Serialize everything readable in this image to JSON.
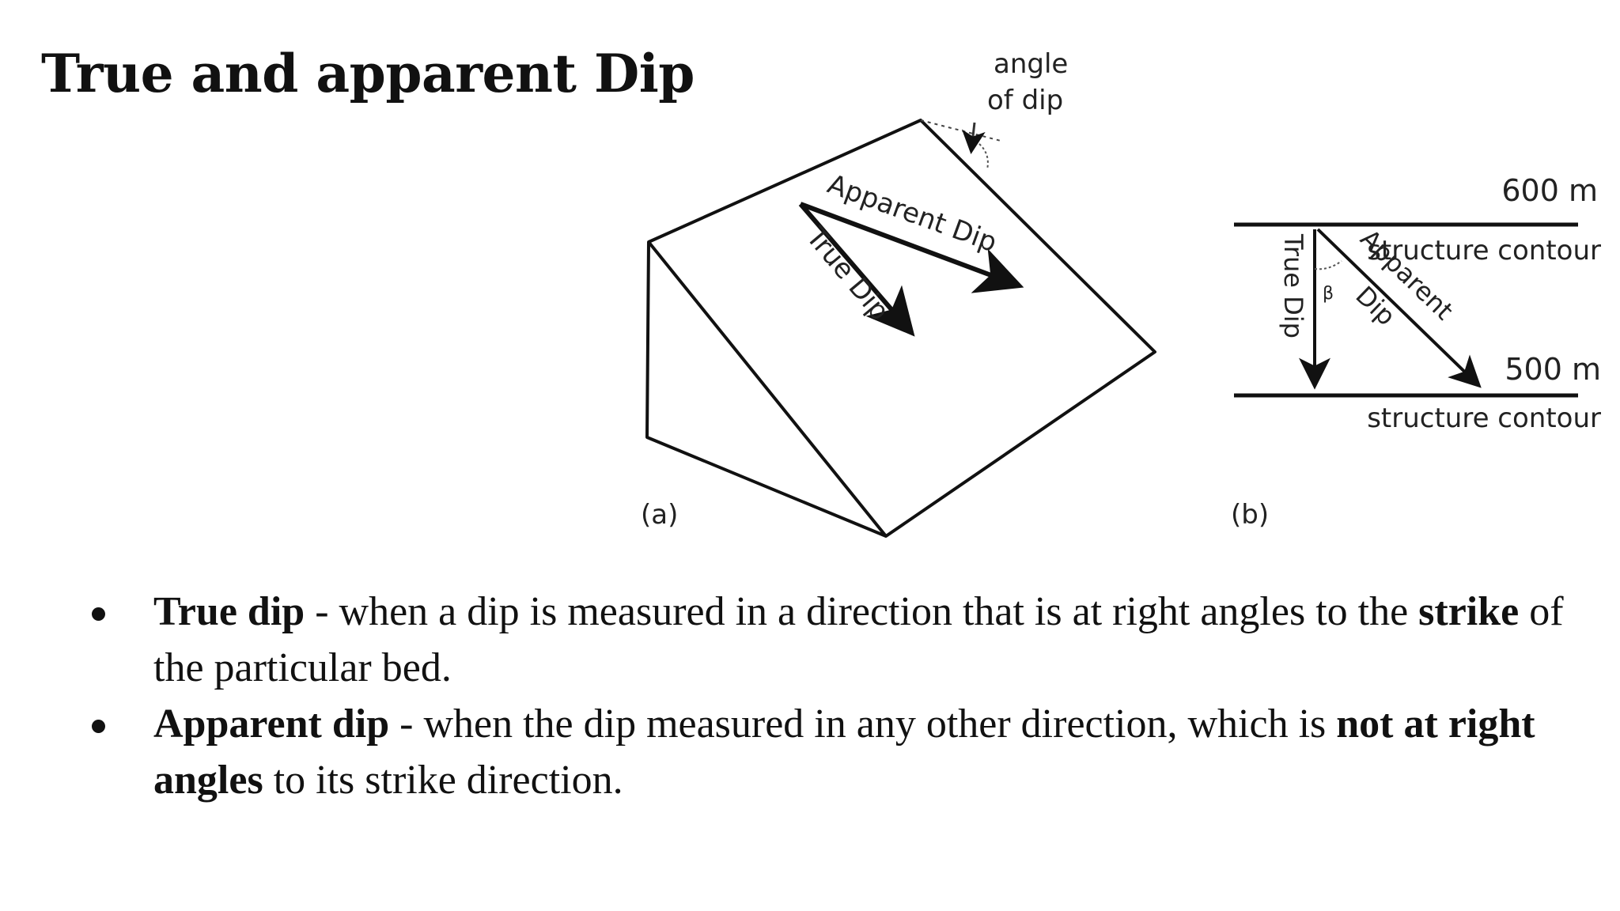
{
  "slide": {
    "title": "True and apparent Dip"
  },
  "figure": {
    "panel_a": {
      "label": "(a)",
      "angle_label_line1": "angle",
      "angle_label_line2": "of dip",
      "apparent_dip_label": "Apparent Dip",
      "true_dip_label": "True Dip"
    },
    "panel_b": {
      "label": "(b)",
      "upper_contour_value": "600 m",
      "upper_contour_label": "structure contour",
      "lower_contour_value": "500 m",
      "lower_contour_label": "structure contour",
      "true_dip_label": "True Dip",
      "apparent_dip_label_line1": "Apparent",
      "apparent_dip_label_line2": "Dip",
      "angle_symbol": "β"
    }
  },
  "bullets": [
    {
      "term": "True dip",
      "text_before": " - when a dip is  measured in a direction that is at right angles to the ",
      "emphasis": "strike",
      "text_after": " of the particular bed."
    },
    {
      "term": "Apparent dip",
      "text_before": " - when the dip measured in any other direction, which is ",
      "emphasis": "not at right angles",
      "text_after": " to its strike direction."
    }
  ]
}
